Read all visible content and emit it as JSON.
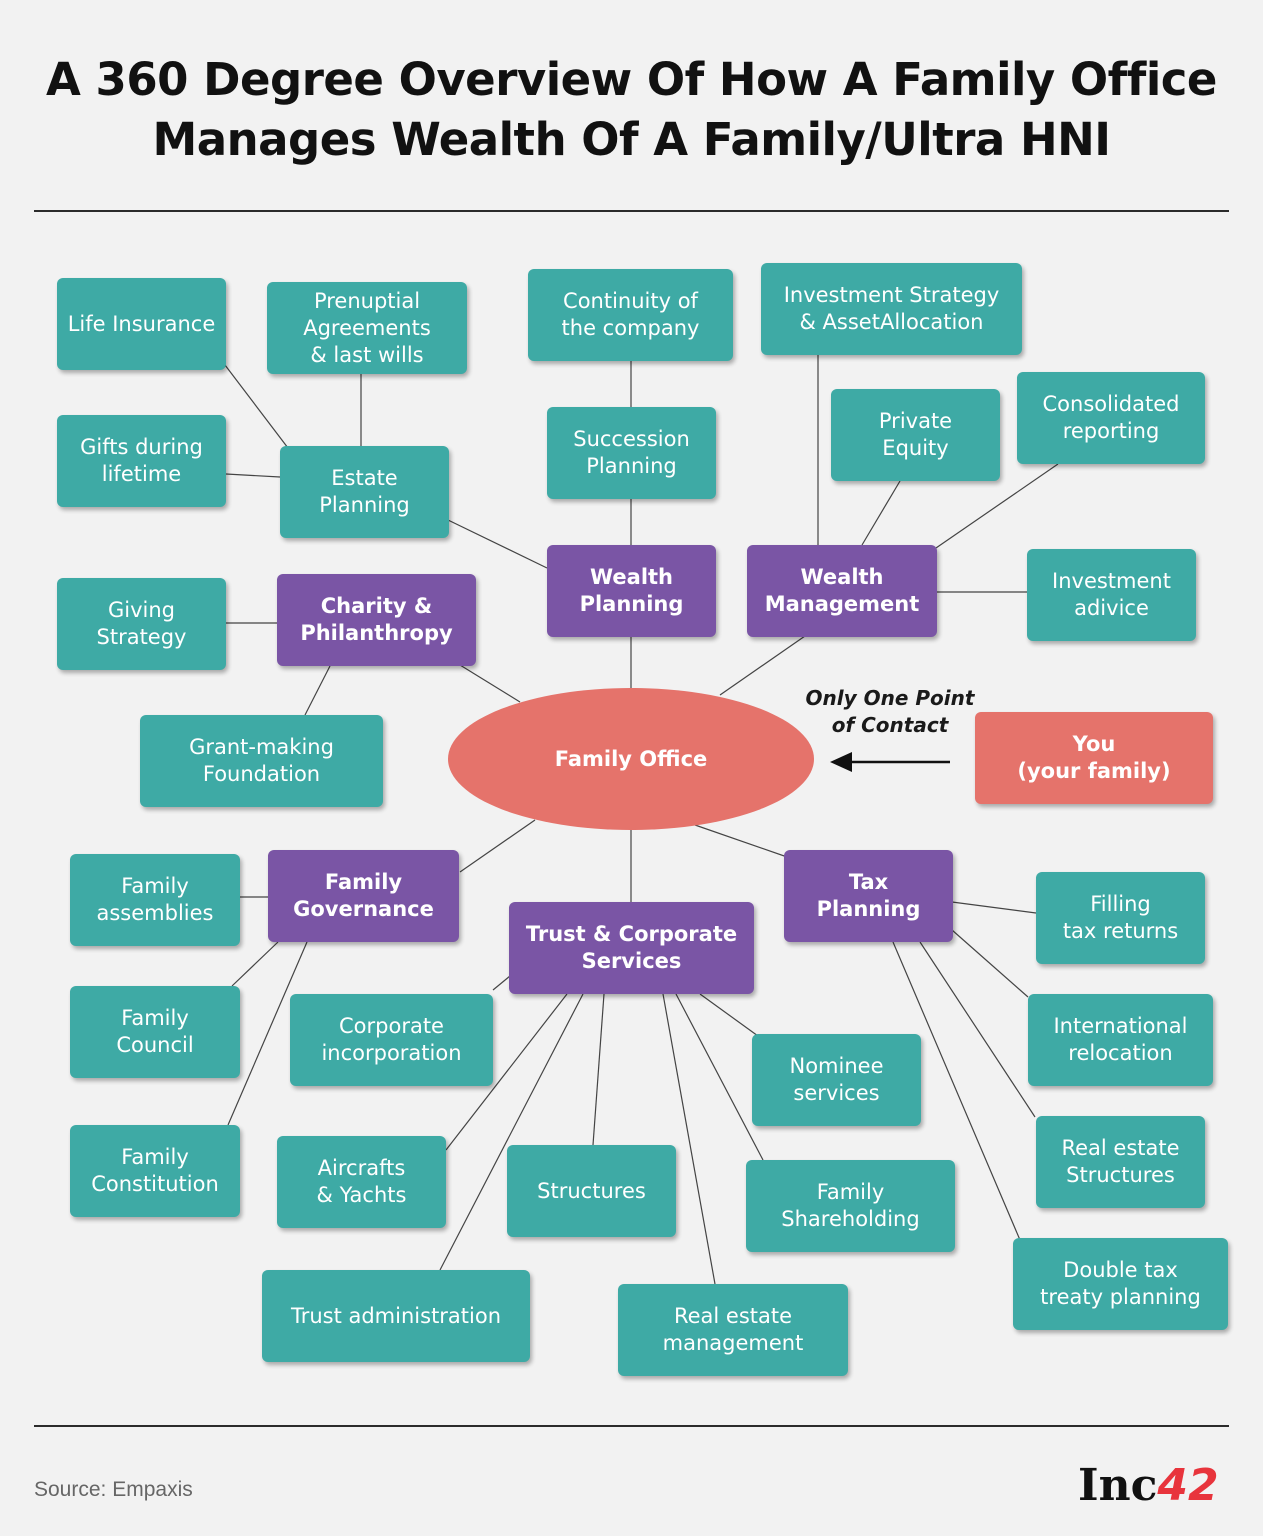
{
  "title": "A 360 Degree Overview Of How A Family Office\nManages Wealth Of A Family/Ultra HNI",
  "center": "Family Office",
  "contact_label": "Only One Point\nof Contact",
  "you": "You\n(your family)",
  "hubs": {
    "wealth_planning": "Wealth\nPlanning",
    "wealth_management": "Wealth\nManagement",
    "charity": "Charity &\nPhilanthropy",
    "family_governance": "Family\nGovernance",
    "trust_corporate": "Trust & Corporate\nServices",
    "tax_planning": "Tax\nPlanning"
  },
  "leaves": {
    "life_insurance": "Life Insurance",
    "prenuptial": "Prenuptial\nAgreements\n& last wills",
    "gifts": "Gifts during\nlifetime",
    "estate_planning": "Estate\nPlanning",
    "continuity": "Continuity of\nthe company",
    "succession": "Succession\nPlanning",
    "investment_strategy": "Investment Strategy\n& AssetAllocation",
    "private_equity": "Private\nEquity",
    "consolidated": "Consolidated\nreporting",
    "investment_advice": "Investment\nadivice",
    "giving_strategy": "Giving\nStrategy",
    "grant_making": "Grant-making\nFoundation",
    "family_assemblies": "Family\nassemblies",
    "family_council": "Family\nCouncil",
    "family_constitution": "Family\nConstitution",
    "corporate_incorporation": "Corporate\nincorporation",
    "aircrafts": "Aircrafts\n& Yachts",
    "structures": "Structures",
    "trust_admin": "Trust administration",
    "real_estate_mgmt": "Real estate\nmanagement",
    "nominee": "Nominee\nservices",
    "family_shareholding": "Family\nShareholding",
    "filling_tax": "Filling\ntax returns",
    "international": "International\nrelocation",
    "real_estate_structures": "Real estate\nStructures",
    "double_tax": "Double tax\ntreaty planning"
  },
  "source": "Source: Empaxis",
  "logo": {
    "text": "Inc",
    "accent": "42"
  },
  "colors": {
    "leaf": "#3eaaa5",
    "hub": "#7a55a5",
    "center": "#e5736b",
    "background": "#f2f2f2"
  }
}
